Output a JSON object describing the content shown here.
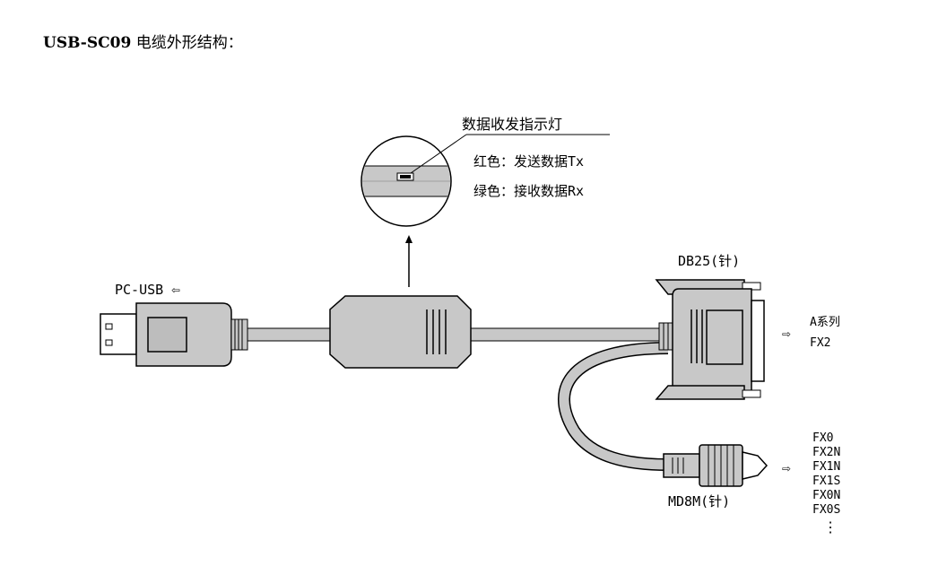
{
  "title": {
    "model": "USB-SC09",
    "text": "电缆外形结构："
  },
  "indicator": {
    "heading": "数据收发指示灯",
    "red": "红色：发送数据Tx",
    "green": "绿色：接收数据Rx"
  },
  "connectors": {
    "pc_usb": "PC-USB",
    "db25": "DB25(针)",
    "md8m": "MD8M(针)",
    "arrow_glyph": "⇦",
    "right_arrow_glyph": "⇨"
  },
  "db25_targets": [
    "A系列",
    "FX2"
  ],
  "md8m_targets": [
    "FX0",
    "FX2N",
    "FX1N",
    "FX1S",
    "FX0N",
    "FX0S",
    "⋮"
  ]
}
